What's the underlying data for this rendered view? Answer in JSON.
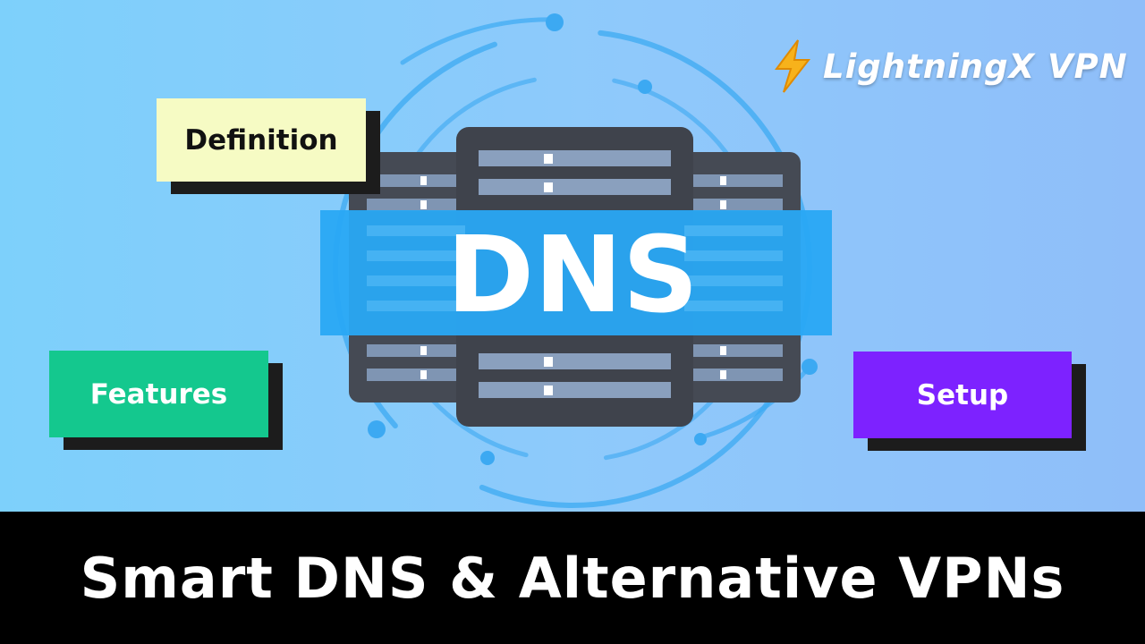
{
  "brand": {
    "name": "LightningX VPN",
    "icon": "lightning-bolt-icon",
    "bolt_color": "#f7b21b"
  },
  "server_graphic": {
    "label": "DNS",
    "band_color": "#29a8f4"
  },
  "tags": {
    "definition": "Definition",
    "features": "Features",
    "setup": "Setup"
  },
  "colors": {
    "definition_tag": "#f6fbc4",
    "features_tag": "#14c88e",
    "setup_tag": "#7d22ff",
    "hero_background": "#86ccfa",
    "footer_background": "#000000"
  },
  "headline": "Smart DNS & Alternative VPNs"
}
